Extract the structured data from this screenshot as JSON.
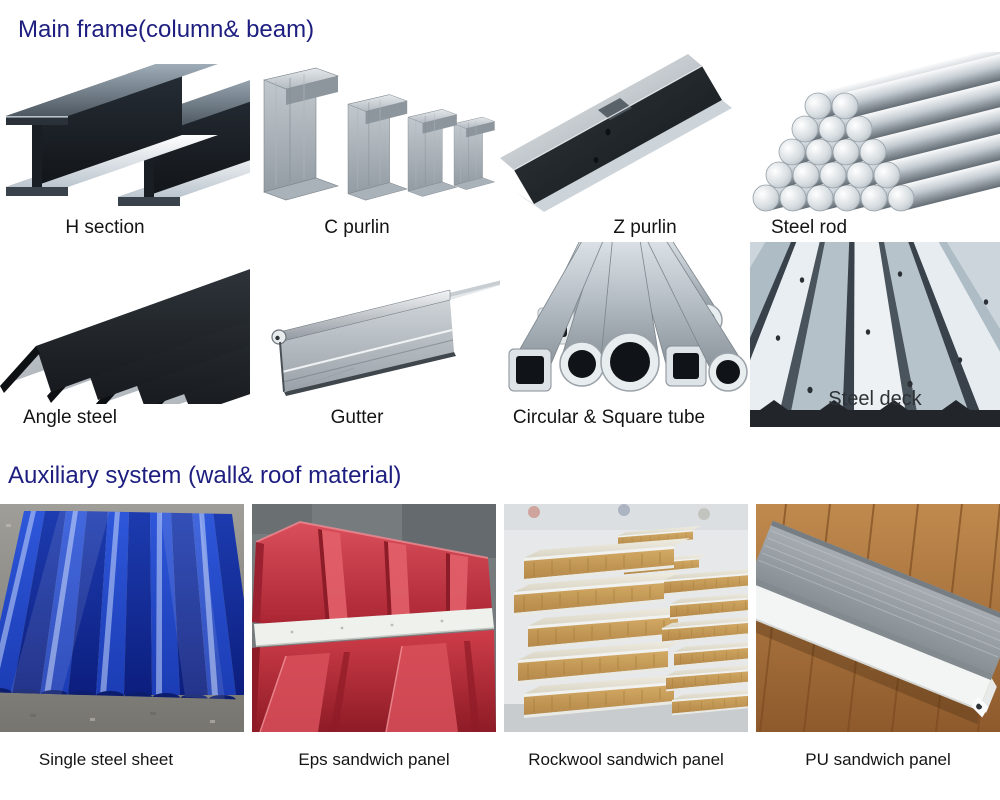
{
  "sections": [
    {
      "title": "Main frame(column& beam)",
      "items": [
        {
          "label": "H section"
        },
        {
          "label": "C purlin"
        },
        {
          "label": "Z purlin"
        },
        {
          "label": "Steel rod"
        },
        {
          "label": "Angle steel"
        },
        {
          "label": "Gutter"
        },
        {
          "label": "Circular & Square tube"
        },
        {
          "label": "Steel deck"
        }
      ]
    },
    {
      "title": "Auxiliary system (wall& roof material)",
      "items": [
        {
          "label": "Single steel sheet"
        },
        {
          "label": "Eps sandwich panel"
        },
        {
          "label": "Rockwool sandwich panel"
        },
        {
          "label": "PU sandwich panel"
        }
      ]
    }
  ],
  "colors": {
    "heading": "#1d1e80",
    "label": "#141414",
    "steel-silver": "#aeb7bd",
    "steel-dark": "#1a1f25",
    "sheet-blue": "#2150cf",
    "eps-red": "#c23541",
    "rockwool-tan": "#c49c57",
    "pu-gray": "#9aa1a6"
  }
}
